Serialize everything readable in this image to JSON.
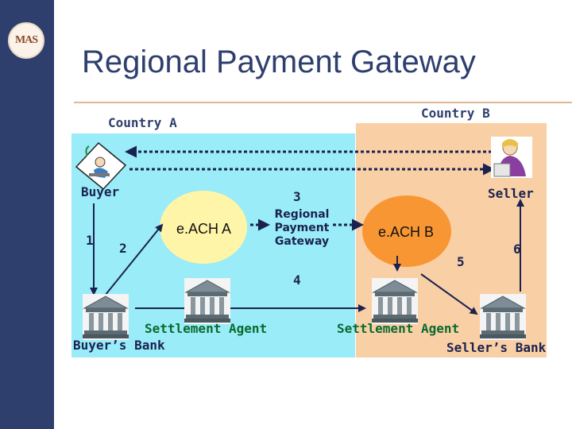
{
  "logo": {
    "text": "MAS"
  },
  "title": "Regional Payment Gateway",
  "regions": {
    "country_a": "Country A",
    "country_b": "Country B"
  },
  "actors": {
    "buyer": "Buyer",
    "seller": "Seller"
  },
  "nodes": {
    "each_a": "e.ACH A",
    "gateway": [
      "Regional",
      "Payment",
      "Gateway"
    ],
    "each_b": "e.ACH B"
  },
  "steps": {
    "s1": "1",
    "s2": "2",
    "s3": "3",
    "s4": "4",
    "s5": "5",
    "s6": "6"
  },
  "banks": {
    "buyers_bank": "Buyer’s Bank",
    "settlement_a": "Settlement Agent",
    "settlement_b": "Settlement Agent",
    "sellers_bank": "Seller’s Bank"
  },
  "colors": {
    "country_a": "#99ecf8",
    "country_b": "#f9cfa5",
    "each_a": "#fff5a8",
    "each_b": "#f99634",
    "accent": "#2e3f6e"
  },
  "icons": [
    "buyer-clipart-icon",
    "seller-clipart-icon",
    "bank-building-icon"
  ]
}
